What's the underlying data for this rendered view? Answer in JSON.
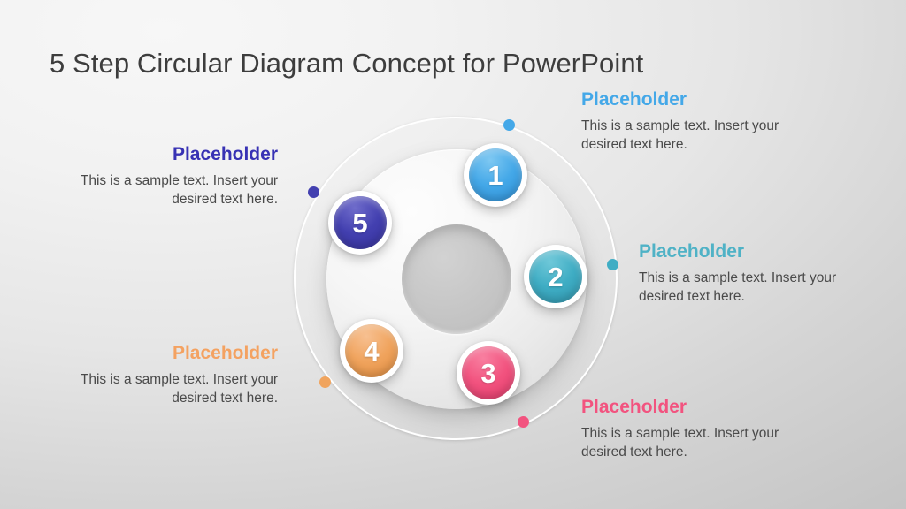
{
  "slide": {
    "title": "5 Step Circular Diagram Concept for PowerPoint",
    "background_from": "#f7f7f7",
    "background_to": "#c2c2c2"
  },
  "steps": [
    {
      "number": "1",
      "color": "#44a8e8",
      "color_dark": "#2e8fd6",
      "color_light": "#7ec8f2"
    },
    {
      "number": "2",
      "color": "#3fadc4",
      "color_dark": "#2f95ad",
      "color_light": "#6fc8d9"
    },
    {
      "number": "3",
      "color": "#f2537f",
      "color_dark": "#e03a6a",
      "color_light": "#f87fa0"
    },
    {
      "number": "4",
      "color": "#f0a45e",
      "color_dark": "#e08c3e",
      "color_light": "#f7c091"
    },
    {
      "number": "5",
      "color": "#4340b0",
      "color_dark": "#35319b",
      "color_light": "#6f6ccb"
    }
  ],
  "blocks": [
    {
      "id": 1,
      "title": "Placeholder",
      "body": "This is a sample text. Insert your desired text here.",
      "color": "#44a8e8",
      "align": "left"
    },
    {
      "id": 2,
      "title": "Placeholder",
      "body": "This is a sample text. Insert your desired text here.",
      "color": "#4fb2c6",
      "align": "left"
    },
    {
      "id": 3,
      "title": "Placeholder",
      "body": "This is a sample text. Insert your desired text here.",
      "color": "#f2537f",
      "align": "left"
    },
    {
      "id": 4,
      "title": "Placeholder",
      "body": "This is a sample text. Insert your desired text here.",
      "color": "#f4a261",
      "align": "right"
    },
    {
      "id": 5,
      "title": "Placeholder",
      "body": "This is a sample text. Insert your desired text here.",
      "color": "#3832b4",
      "align": "right"
    }
  ]
}
